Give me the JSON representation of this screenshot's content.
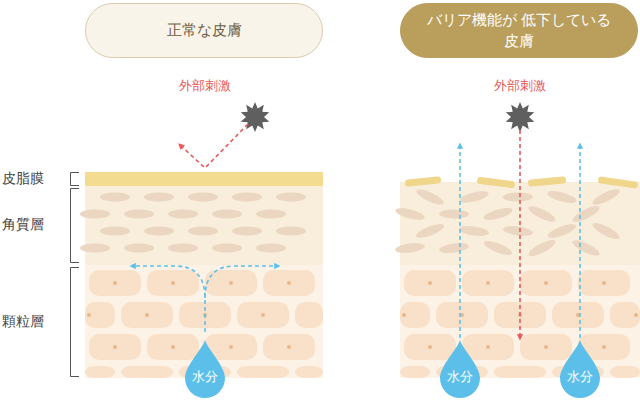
{
  "diagram": {
    "nodes": [
      {
        "text": [
          "正常な皮膚"
        ]
      },
      {
        "text": [
          "バリア機能が 低下している皮膚"
        ]
      },
      {
        "text": [
          "水分"
        ]
      },
      {
        "text": [
          "水分"
        ]
      },
      {
        "text": [
          "水分"
        ]
      }
    ],
    "labels": [
      "外部刺激",
      "外部刺激",
      "皮脂膜",
      "角質層",
      "顆粒層"
    ]
  }
}
